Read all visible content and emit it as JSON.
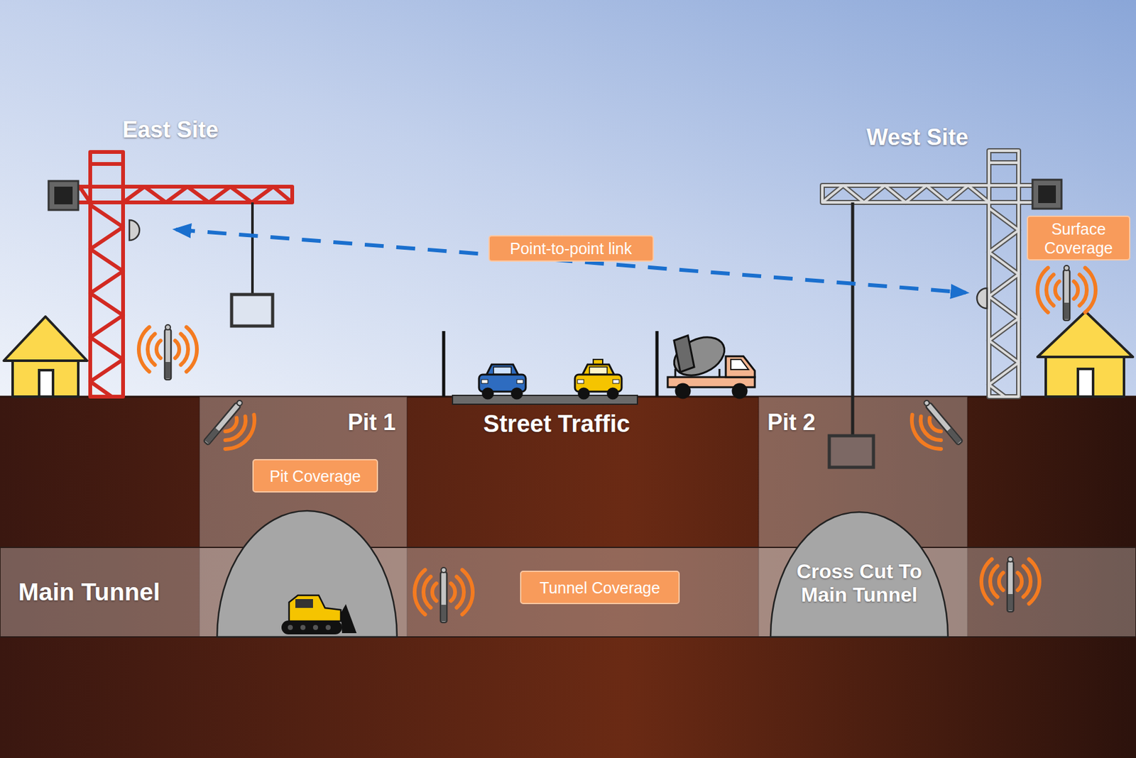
{
  "diagram": {
    "nodes": [
      {
        "text": [
          "East Site"
        ]
      },
      {
        "text": [
          "West Site"
        ]
      },
      {
        "text": [
          "Surface Coverage"
        ]
      },
      {
        "text": [
          "Pit 1"
        ]
      },
      {
        "text": [
          "Pit Coverage"
        ],
        "in": 3
      },
      {
        "text": [
          "Pit 2"
        ]
      },
      {
        "text": [
          "Main Tunnel"
        ]
      },
      {
        "text": [
          "Tunnel Coverage"
        ],
        "in": 6
      },
      {
        "text": [
          "Cross Cut To Main Tunnel"
        ],
        "in": 5
      }
    ],
    "edges": [
      {
        "from": 0,
        "to": 1,
        "arrow": "both",
        "label": "Point-to-point link"
      }
    ],
    "labels": [
      "Street Traffic"
    ]
  }
}
